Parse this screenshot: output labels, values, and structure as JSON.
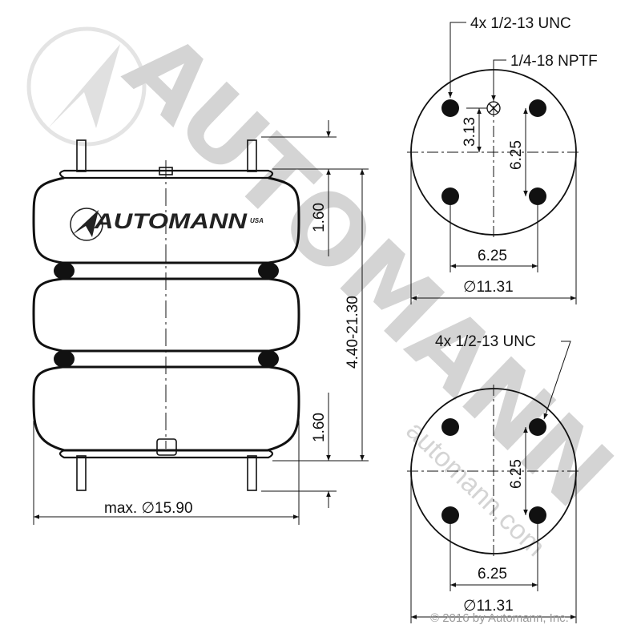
{
  "brand": {
    "logo": "AUTOMANN",
    "suffix": "USA",
    "watermark": "AUTOMANN",
    "url": "automann.com"
  },
  "colors": {
    "line": "#111111",
    "watermark": "#d4d4d4",
    "copyright": "#9a9a9a"
  },
  "side_view": {
    "height_range": "4.40-21.30",
    "top_plate_offset": "1.60",
    "bottom_plate_offset": "1.60",
    "max_diameter": "max. ∅15.90"
  },
  "top_view": {
    "stud_callout": "4x 1/2-13 UNC",
    "port_callout": "1/4-18 NPTF",
    "port_offset": "3.13",
    "vertical_spacing": "6.25",
    "horizontal_spacing": "6.25",
    "plate_diameter": "∅11.31"
  },
  "bottom_view": {
    "stud_callout": "4x 1/2-13 UNC",
    "vertical_spacing": "6.25",
    "horizontal_spacing": "6.25",
    "plate_diameter": "∅11.31"
  },
  "copyright": "© 2016 by Automann, Inc."
}
